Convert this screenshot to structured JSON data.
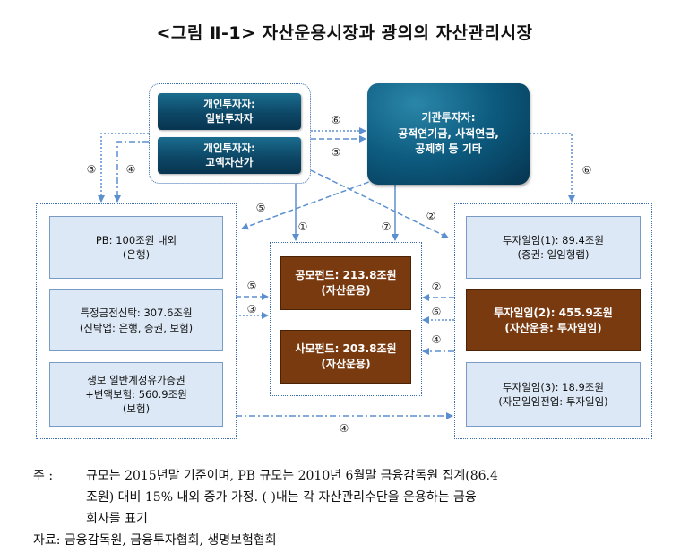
{
  "title": "<그림 Ⅱ-1> 자산운용시장과 광의의 자산관리시장",
  "investors": {
    "general": [
      "개인투자자:",
      "일반투자자"
    ],
    "hnw": [
      "개인투자자:",
      "고액자산가"
    ],
    "institutional": [
      "기관투자자:",
      "공적연기금, 사적연금,",
      "공제회 등 기타"
    ]
  },
  "left_boxes": [
    [
      "PB: 100조원 내외",
      "(은행)"
    ],
    [
      "특정금전신탁: 307.6조원",
      "(신탁업: 은행, 증권, 보험)"
    ],
    [
      "생보 일반계정유가증권",
      "+변액보험: 560.9조원",
      "(보험)"
    ]
  ],
  "center_boxes": [
    [
      "공모펀드: 213.8조원",
      "(자산운용)"
    ],
    [
      "사모펀드: 203.8조원",
      "(자산운용)"
    ]
  ],
  "right_boxes": [
    [
      "투자일임(1): 89.4조원",
      "(증권: 일임형랩)"
    ],
    [
      "투자일임(2): 455.9조원",
      "(자산운용: 투자일임)"
    ],
    [
      "투자일임(3): 18.9조원",
      "(자문일임전업: 투자일임)"
    ]
  ],
  "labels": {
    "c1": "①",
    "c2": "②",
    "c3": "③",
    "c4": "④",
    "c5": "⑤",
    "c6": "⑥",
    "c7": "⑦"
  },
  "notes": {
    "line1_prefix": "주  :",
    "line1": "규모는 2015년말 기준이며, PB 규모는 2010년 6월말 금융감독원 집계(86.4",
    "line2": "조원) 대비 15% 내외 증가 가정. ( )내는 각 자산관리수단을 운용하는 금융",
    "line3": "회사를 표기",
    "source": "자료: 금융감독원, 금융투자협회, 생명보험협회"
  },
  "colors": {
    "arrow": "#5b8fd0",
    "dark_box": "#0d4766",
    "brown_box": "#7a3a10",
    "light_box": "#dce8f5"
  }
}
